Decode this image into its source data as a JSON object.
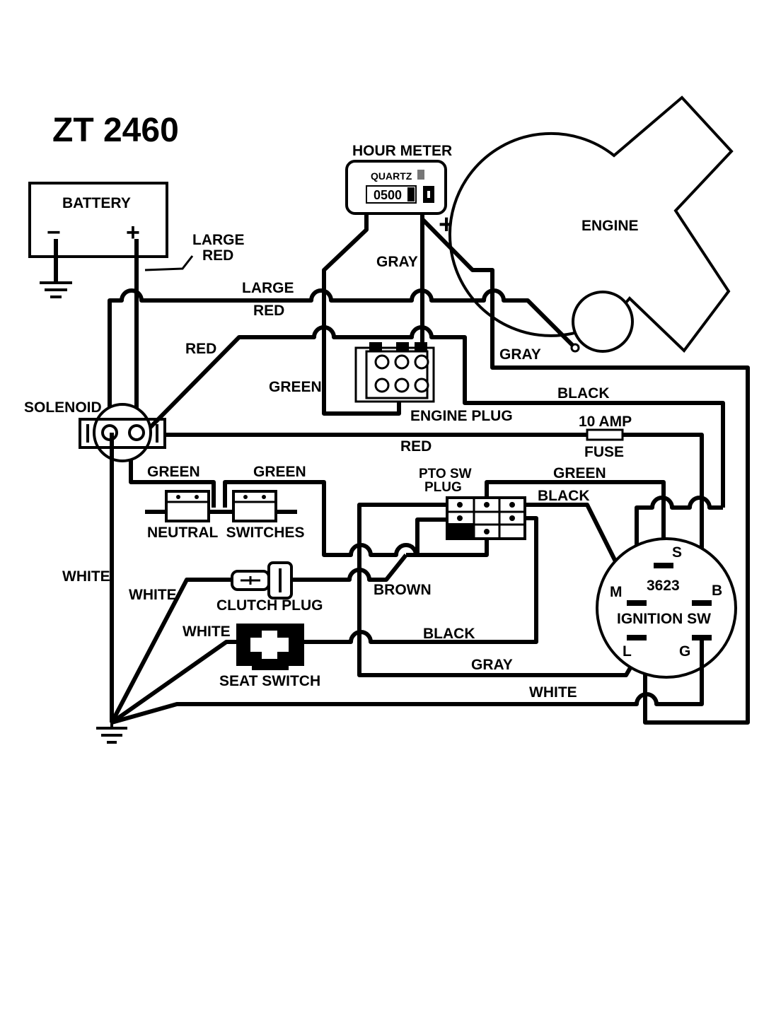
{
  "title": "ZT 2460",
  "components": {
    "battery": "BATTERY",
    "battery_neg": "−",
    "battery_pos": "+",
    "hour_meter": "HOUR METER",
    "hour_meter_brand": "QUARTZ",
    "hour_meter_reading": "0500",
    "hour_meter_plus": "+",
    "engine": "ENGINE",
    "solenoid": "SOLENOID",
    "engine_plug": "ENGINE PLUG",
    "fuse_rating": "10 AMP",
    "fuse": "FUSE",
    "pto_plug_line1": "PTO SW",
    "pto_plug_line2": "PLUG",
    "neutral_switches": "NEUTRAL  SWITCHES",
    "clutch_plug": "CLUTCH PLUG",
    "seat_switch": "SEAT SWITCH",
    "ignition_model": "3623",
    "ignition": "IGNITION  SW",
    "term_s": "S",
    "term_m": "M",
    "term_b": "B",
    "term_l": "L",
    "term_g": "G"
  },
  "wires": {
    "large_red_battery_line1": "LARGE",
    "large_red_battery_line2": "RED",
    "large_red_top_line1": "LARGE",
    "large_red_top_line2": "RED",
    "gray_meter": "GRAY",
    "red_solenoid": "RED",
    "gray_engine": "GRAY",
    "green_plug": "GREEN",
    "black_plug": "BLACK",
    "red_fuse": "RED",
    "green_neutral_1": "GREEN",
    "green_neutral_2": "GREEN",
    "green_pto": "GREEN",
    "black_pto": "BLACK",
    "white_main": "WHITE",
    "white_clutch": "WHITE",
    "brown": "BROWN",
    "white_seat": "WHITE",
    "black_seat": "BLACK",
    "gray_bottom": "GRAY",
    "white_bottom": "WHITE"
  }
}
